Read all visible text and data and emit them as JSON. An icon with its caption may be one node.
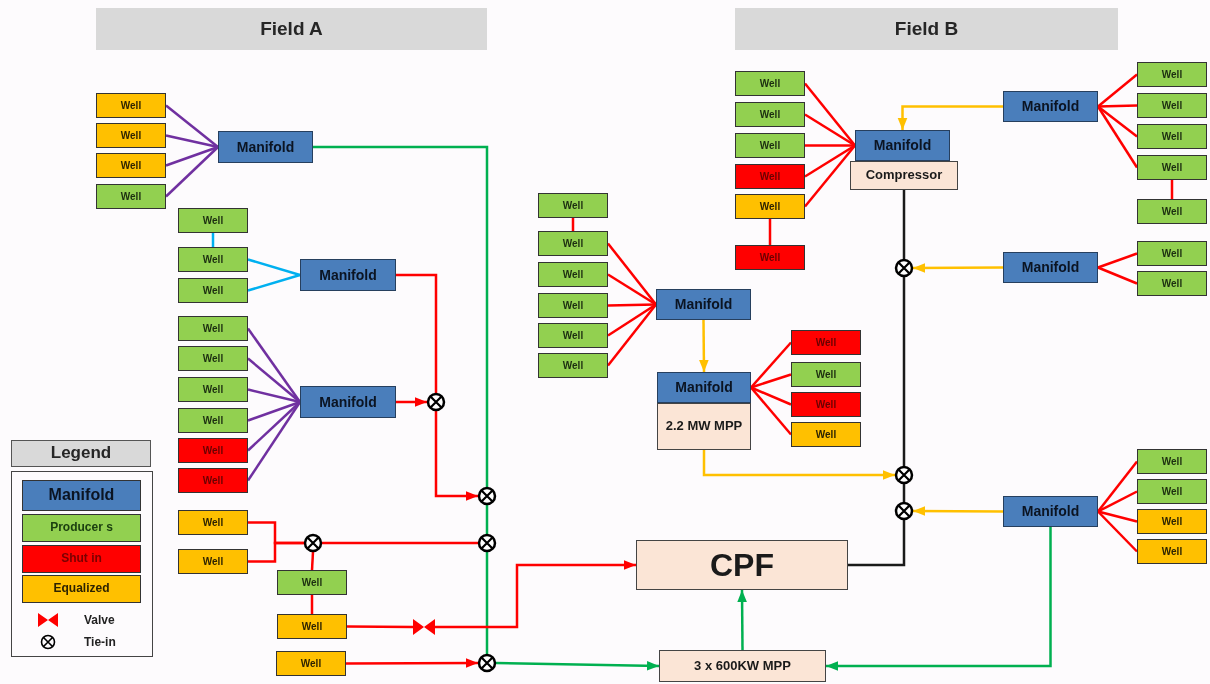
{
  "diagram": {
    "nodes": [
      {
        "text": [
          "Field A"
        ]
      },
      {
        "text": [
          "Field B"
        ]
      },
      {
        "text": [
          "Well"
        ]
      },
      {
        "text": [
          "Well"
        ]
      },
      {
        "text": [
          "Well"
        ]
      },
      {
        "text": [
          "Well"
        ]
      },
      {
        "text": [
          "Manifold"
        ]
      },
      {
        "text": [
          "Well"
        ]
      },
      {
        "text": [
          "Well"
        ]
      },
      {
        "text": [
          "Well"
        ]
      },
      {
        "text": [
          "Manifold"
        ]
      },
      {
        "text": [
          "Well"
        ]
      },
      {
        "text": [
          "Well"
        ]
      },
      {
        "text": [
          "Well"
        ]
      },
      {
        "text": [
          "Well"
        ]
      },
      {
        "text": [
          "Well"
        ]
      },
      {
        "text": [
          "Well"
        ]
      },
      {
        "text": [
          "Manifold"
        ]
      },
      {
        "text": [],
        "shape": "circle"
      },
      {
        "text": [],
        "shape": "circle"
      },
      {
        "text": [
          "Well"
        ]
      },
      {
        "text": [
          "Well"
        ]
      },
      {
        "text": [],
        "shape": "circle"
      },
      {
        "text": [],
        "shape": "circle"
      },
      {
        "text": [
          "Well"
        ]
      },
      {
        "text": [
          "Well"
        ]
      },
      {
        "text": [],
        "shape": "valve"
      },
      {
        "text": [
          "Well"
        ]
      },
      {
        "text": [],
        "shape": "circle"
      },
      {
        "text": [
          "Well"
        ]
      },
      {
        "text": [
          "Well"
        ]
      },
      {
        "text": [
          "Well"
        ]
      },
      {
        "text": [
          "Well"
        ]
      },
      {
        "text": [
          "Well"
        ]
      },
      {
        "text": [
          "Well"
        ]
      },
      {
        "text": [
          "Manifold"
        ]
      },
      {
        "text": [
          "Manifold"
        ]
      },
      {
        "text": [
          "2.2 MW MPP"
        ]
      },
      {
        "text": [
          "Well"
        ]
      },
      {
        "text": [
          "Well"
        ]
      },
      {
        "text": [
          "Well"
        ]
      },
      {
        "text": [
          "Well"
        ]
      },
      {
        "text": [
          "Well"
        ]
      },
      {
        "text": [
          "Well"
        ]
      },
      {
        "text": [
          "Well"
        ]
      },
      {
        "text": [
          "Well"
        ]
      },
      {
        "text": [
          "Well"
        ]
      },
      {
        "text": [
          "Well"
        ]
      },
      {
        "text": [
          "Manifold"
        ]
      },
      {
        "text": [
          "Compressor"
        ]
      },
      {
        "text": [
          "Manifold"
        ]
      },
      {
        "text": [
          "Well"
        ]
      },
      {
        "text": [
          "Well"
        ]
      },
      {
        "text": [
          "Well"
        ]
      },
      {
        "text": [
          "Well"
        ]
      },
      {
        "text": [
          "Well"
        ]
      },
      {
        "text": [
          "Manifold"
        ]
      },
      {
        "text": [
          "Well"
        ]
      },
      {
        "text": [
          "Well"
        ]
      },
      {
        "text": [],
        "shape": "circle"
      },
      {
        "text": [],
        "shape": "circle"
      },
      {
        "text": [],
        "shape": "circle"
      },
      {
        "text": [
          "Manifold"
        ]
      },
      {
        "text": [
          "Well"
        ]
      },
      {
        "text": [
          "Well"
        ]
      },
      {
        "text": [
          "Well"
        ]
      },
      {
        "text": [
          "Well"
        ]
      },
      {
        "text": [
          "CPF"
        ]
      },
      {
        "text": [
          "3 x 600KW MPP"
        ]
      }
    ],
    "edges": [
      {
        "from": 2,
        "to": 6,
        "arrow": "none",
        "color": "#7030a0"
      },
      {
        "from": 3,
        "to": 6,
        "arrow": "none",
        "color": "#7030a0"
      },
      {
        "from": 4,
        "to": 6,
        "arrow": "none",
        "color": "#7030a0"
      },
      {
        "from": 5,
        "to": 6,
        "arrow": "none",
        "color": "#7030a0"
      },
      {
        "from": 6,
        "to": 19,
        "arrow": "none",
        "color": "#00b050"
      },
      {
        "from": 19,
        "to": 23,
        "arrow": "none",
        "color": "#00b050"
      },
      {
        "from": 23,
        "to": 28,
        "arrow": "none",
        "color": "#00b050"
      },
      {
        "from": 28,
        "to": 68,
        "arrow": "to",
        "color": "#00b050"
      },
      {
        "from": 7,
        "to": 8,
        "arrow": "none",
        "color": "#00b0f0"
      },
      {
        "from": 8,
        "to": 10,
        "arrow": "none",
        "color": "#00b0f0"
      },
      {
        "from": 9,
        "to": 10,
        "arrow": "none",
        "color": "#00b0f0"
      },
      {
        "from": 10,
        "to": 18,
        "arrow": "none"
      },
      {
        "from": 11,
        "to": 17,
        "arrow": "none",
        "color": "#7030a0"
      },
      {
        "from": 12,
        "to": 17,
        "arrow": "none",
        "color": "#7030a0"
      },
      {
        "from": 13,
        "to": 17,
        "arrow": "none",
        "color": "#7030a0"
      },
      {
        "from": 14,
        "to": 17,
        "arrow": "none",
        "color": "#7030a0"
      },
      {
        "from": 15,
        "to": 17,
        "arrow": "none",
        "color": "#7030a0"
      },
      {
        "from": 16,
        "to": 17,
        "arrow": "none",
        "color": "#7030a0"
      },
      {
        "from": 17,
        "to": 18,
        "arrow": "to"
      },
      {
        "from": 18,
        "to": 19,
        "arrow": "to"
      },
      {
        "from": 20,
        "to": 22,
        "arrow": "none"
      },
      {
        "from": 21,
        "to": 22,
        "arrow": "none"
      },
      {
        "from": 22,
        "to": 23,
        "arrow": "none"
      },
      {
        "from": 22,
        "to": 24,
        "arrow": "none"
      },
      {
        "from": 24,
        "to": 25,
        "arrow": "none"
      },
      {
        "from": 25,
        "to": 26,
        "arrow": "none"
      },
      {
        "from": 26,
        "to": 67,
        "arrow": "to"
      },
      {
        "from": 27,
        "to": 28,
        "arrow": "to"
      },
      {
        "from": 29,
        "to": 30,
        "arrow": "none"
      },
      {
        "from": 30,
        "to": 35,
        "arrow": "none"
      },
      {
        "from": 31,
        "to": 35,
        "arrow": "none"
      },
      {
        "from": 32,
        "to": 35,
        "arrow": "none"
      },
      {
        "from": 33,
        "to": 35,
        "arrow": "none"
      },
      {
        "from": 34,
        "to": 35,
        "arrow": "none"
      },
      {
        "from": 35,
        "to": 36,
        "arrow": "to",
        "color": "#ffc000"
      },
      {
        "from": 38,
        "to": 36,
        "arrow": "none"
      },
      {
        "from": 39,
        "to": 36,
        "arrow": "none"
      },
      {
        "from": 40,
        "to": 36,
        "arrow": "none"
      },
      {
        "from": 41,
        "to": 36,
        "arrow": "none"
      },
      {
        "from": 37,
        "to": 60,
        "arrow": "to",
        "color": "#ffc000"
      },
      {
        "from": 42,
        "to": 48,
        "arrow": "none"
      },
      {
        "from": 43,
        "to": 48,
        "arrow": "none"
      },
      {
        "from": 44,
        "to": 48,
        "arrow": "none"
      },
      {
        "from": 45,
        "to": 48,
        "arrow": "none"
      },
      {
        "from": 46,
        "to": 48,
        "arrow": "none"
      },
      {
        "from": 46,
        "to": 47,
        "arrow": "none"
      },
      {
        "from": 50,
        "to": 48,
        "arrow": "to",
        "color": "#ffc000"
      },
      {
        "from": 51,
        "to": 50,
        "arrow": "none"
      },
      {
        "from": 52,
        "to": 50,
        "arrow": "none"
      },
      {
        "from": 53,
        "to": 50,
        "arrow": "none"
      },
      {
        "from": 54,
        "to": 50,
        "arrow": "none"
      },
      {
        "from": 54,
        "to": 55,
        "arrow": "none"
      },
      {
        "from": 49,
        "to": 59,
        "arrow": "none",
        "color": "#1a1a1a"
      },
      {
        "from": 59,
        "to": 60,
        "arrow": "none",
        "color": "#1a1a1a"
      },
      {
        "from": 60,
        "to": 61,
        "arrow": "none",
        "color": "#1a1a1a"
      },
      {
        "from": 61,
        "to": 67,
        "arrow": "none",
        "color": "#1a1a1a"
      },
      {
        "from": 57,
        "to": 56,
        "arrow": "none"
      },
      {
        "from": 58,
        "to": 56,
        "arrow": "none"
      },
      {
        "from": 56,
        "to": 59,
        "arrow": "to",
        "color": "#ffc000"
      },
      {
        "from": 63,
        "to": 62,
        "arrow": "none"
      },
      {
        "from": 64,
        "to": 62,
        "arrow": "none"
      },
      {
        "from": 65,
        "to": 62,
        "arrow": "none"
      },
      {
        "from": 66,
        "to": 62,
        "arrow": "none"
      },
      {
        "from": 62,
        "to": 61,
        "arrow": "to",
        "color": "#ffc000"
      },
      {
        "from": 62,
        "to": 68,
        "arrow": "to",
        "color": "#00b050"
      },
      {
        "from": 68,
        "to": 67,
        "arrow": "to",
        "color": "#00b050"
      }
    ],
    "labels": [
      "Legend"
    ],
    "legend": [
      {
        "text": "Manifold",
        "color": "#4a7ebb"
      },
      {
        "text": "Producer s",
        "color": "#92d050"
      },
      {
        "text": "Shut in",
        "color": "#ff0000"
      },
      {
        "text": "Equalized",
        "color": "#ffc000"
      },
      {
        "text": "Valve"
      },
      {
        "text": "Tie-in"
      }
    ]
  }
}
